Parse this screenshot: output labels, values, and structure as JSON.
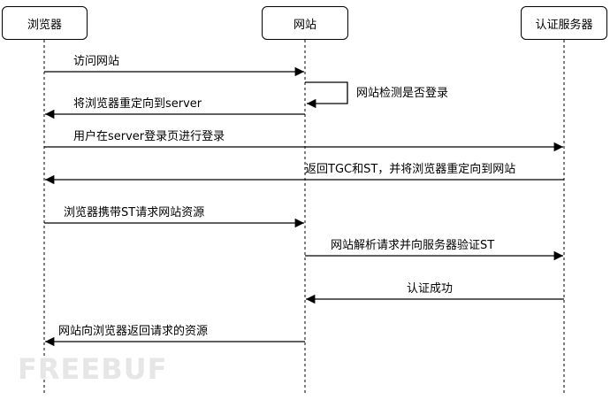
{
  "actors": [
    {
      "id": "browser",
      "label": "浏览器"
    },
    {
      "id": "site",
      "label": "网站"
    },
    {
      "id": "auth",
      "label": "认证服务器"
    }
  ],
  "messages": [
    {
      "from": "browser",
      "to": "site",
      "label": "访问网站"
    },
    {
      "from": "site",
      "to": "site",
      "label": "网站检测是否登录"
    },
    {
      "from": "site",
      "to": "browser",
      "label": "将浏览器重定向到server"
    },
    {
      "from": "browser",
      "to": "auth",
      "label": "用户在server登录页进行登录"
    },
    {
      "from": "auth",
      "to": "browser",
      "label": "返回TGC和ST，并将浏览器重定向到网站"
    },
    {
      "from": "browser",
      "to": "site",
      "label": "浏览器携带ST请求网站资源"
    },
    {
      "from": "site",
      "to": "auth",
      "label": "网站解析请求并向服务器验证ST"
    },
    {
      "from": "auth",
      "to": "site",
      "label": "认证成功"
    },
    {
      "from": "site",
      "to": "browser",
      "label": "网站向浏览器返回请求的资源"
    }
  ],
  "watermark": "FREEBUF"
}
